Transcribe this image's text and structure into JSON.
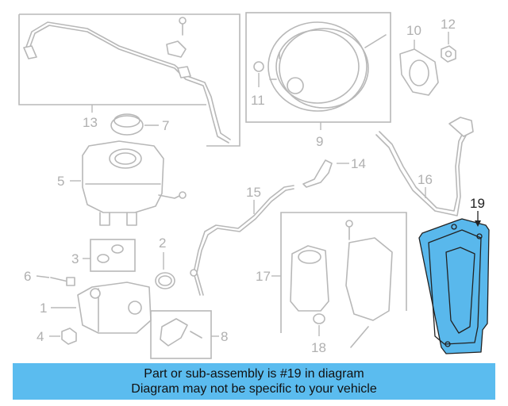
{
  "callouts": {
    "c1": "1",
    "c2": "2",
    "c3": "3",
    "c4": "4",
    "c5": "5",
    "c6": "6",
    "c7": "7",
    "c8": "8",
    "c9": "9",
    "c10": "10",
    "c11": "11",
    "c12": "12",
    "c13": "13",
    "c14": "14",
    "c15": "15",
    "c16": "16",
    "c17": "17",
    "c18": "18",
    "c19": "19"
  },
  "highlighted_part": "19",
  "colors": {
    "highlight": "#59b8ec",
    "banner": "#5bbcef",
    "parts": "#b8b8b8"
  },
  "banner": {
    "line1": "Part or sub-assembly is #19 in diagram",
    "line2": "Diagram may not be specific to your vehicle"
  }
}
